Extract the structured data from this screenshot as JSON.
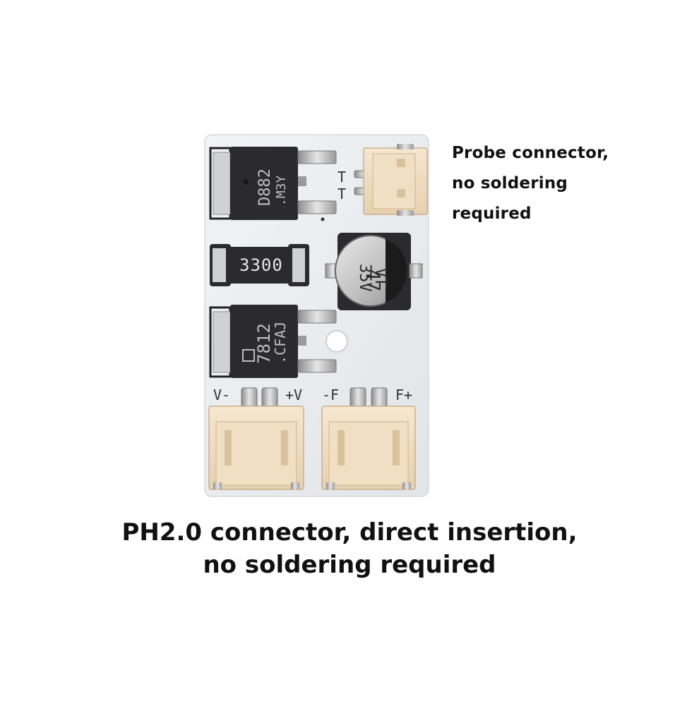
{
  "callout": {
    "lines": [
      "Probe connector,",
      "no soldering",
      "required"
    ]
  },
  "caption": {
    "lines": [
      "PH2.0 connector, direct insertion,",
      "no soldering required"
    ]
  },
  "board": {
    "transistor_top": {
      "line1": "D882",
      "line2": ".M3Y"
    },
    "resistor": {
      "marking": "3300"
    },
    "capacitor": {
      "line1": "47",
      "line2": "35V",
      "line3": "VT"
    },
    "regulator": {
      "line1": "7812",
      "line2": ".CFAJ"
    },
    "probe_pins": {
      "pin1": "T",
      "pin2": "T"
    },
    "power_connector": {
      "left": "V-",
      "right": "+V"
    },
    "fan_connector": {
      "left": "-F",
      "right": "F+"
    }
  },
  "colors": {
    "pcb": "#ebedf0",
    "component": "#2b2b2d",
    "connector": "#efdcc0",
    "pin": "#bdbdbd"
  }
}
